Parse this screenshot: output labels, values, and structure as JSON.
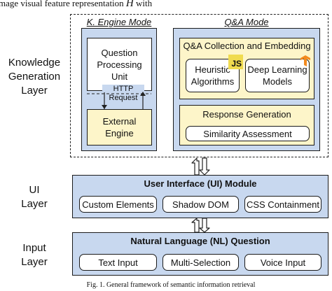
{
  "top_text": {
    "prefix": "mage visual feature representation",
    "variable": "H",
    "suffix": "with"
  },
  "layers": {
    "knowledge": [
      "Knowledge",
      "Generation",
      "Layer"
    ],
    "ui": [
      "UI",
      "Layer"
    ],
    "input": [
      "Input",
      "Layer"
    ]
  },
  "k_engine": {
    "title": "K. Engine Mode",
    "question_unit": [
      "Question",
      "Processing Unit"
    ],
    "http": [
      "HTTP",
      "Request"
    ],
    "external_engine": [
      "External",
      "Engine"
    ]
  },
  "qa": {
    "title": "Q&A Mode",
    "collection_title": "Q&A Collection and Embedding",
    "heuristic": [
      "Heuristic",
      "Algorithms"
    ],
    "js_badge": "JS",
    "deep_learning": [
      "Deep Learning",
      "Models"
    ],
    "response_title": "Response Generation",
    "similarity": "Similarity Assessment"
  },
  "ui_module": {
    "title": "User Interface (UI) Module",
    "items": [
      "Custom Elements",
      "Shadow DOM",
      "CSS Containment"
    ]
  },
  "nl_module": {
    "title": "Natural Language (NL) Question",
    "items": [
      "Text Input",
      "Multi-Selection",
      "Voice Input"
    ]
  },
  "caption": "Fig. 1. General framework of semantic information retrieval",
  "colors": {
    "panel_blue": "#c8d8ef",
    "box_yellow": "#fdf5c9",
    "js_yellow": "#f0db4f",
    "tf_orange": "#f28a1f"
  }
}
